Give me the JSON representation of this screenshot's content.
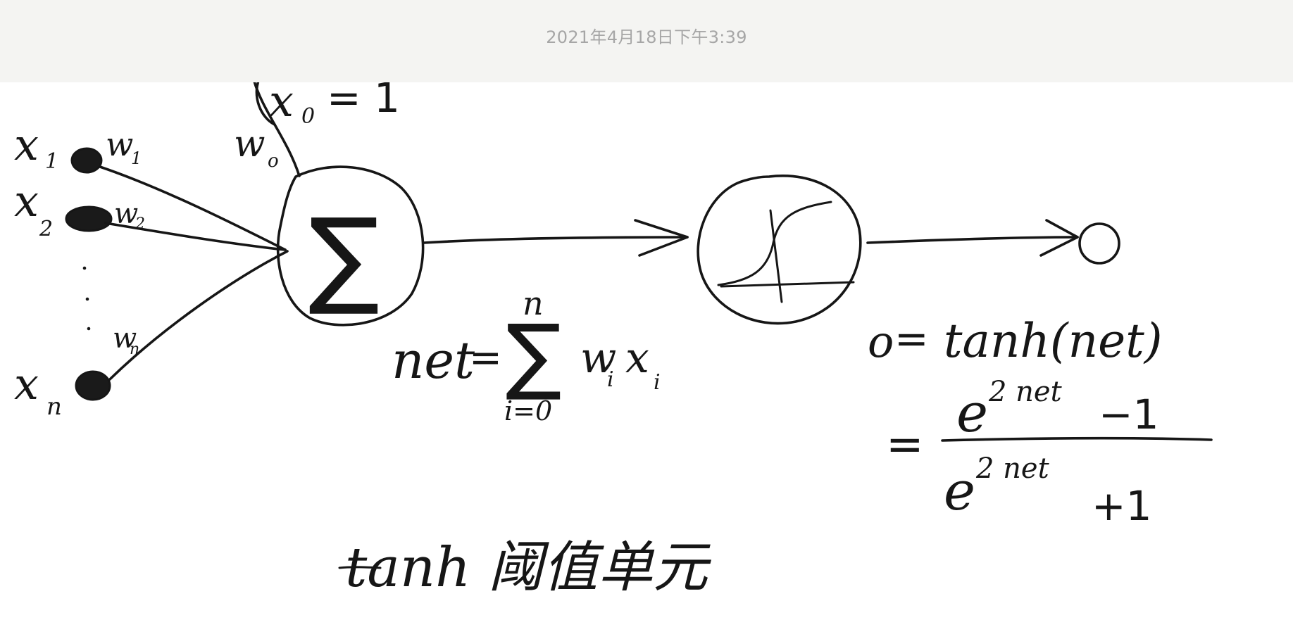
{
  "header": {
    "timestamp": "2021年4月18日下午3:39"
  },
  "note": {
    "inputs": {
      "x0": "x",
      "x0_sub": "0",
      "x0_eq": "= 1",
      "w0": "w",
      "w0_sub": "o",
      "x1": "x",
      "x1_sub": "1",
      "w1": "w",
      "w1_sub": "1",
      "x2": "x",
      "x2_sub": "2",
      "w2": "w",
      "w2_sub": "2",
      "xn": "x",
      "xn_sub": "n",
      "wn": "w",
      "wn_sub": "n"
    },
    "sum_symbol": "∑",
    "net_formula": {
      "lhs": "net",
      "eq": "=",
      "sigma": "∑",
      "upper": "n",
      "lower": "i=0",
      "w": "w",
      "w_sub": "i",
      "x": "x",
      "x_sub": "i"
    },
    "output_formula": {
      "o": "o",
      "eq1": "=",
      "func": "tanh(net)",
      "eq2": "=",
      "e": "e",
      "exp": "2 net",
      "num_tail": "−1",
      "den_tail": "+1"
    },
    "caption": "tanh 阈值单元"
  }
}
